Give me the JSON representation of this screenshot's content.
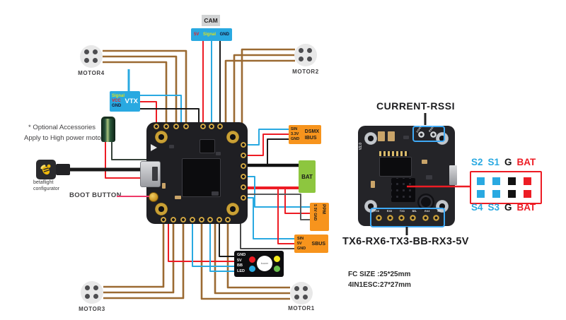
{
  "diagram": {
    "motors": [
      {
        "label": "MOTOR4"
      },
      {
        "label": "MOTOR2"
      },
      {
        "label": "MOTOR3"
      },
      {
        "label": "MOTOR1"
      }
    ],
    "cam": {
      "title": "CAM",
      "pin_5v": "5V",
      "pin_signal": "Signal",
      "pin_gnd": "GND"
    },
    "vtx": {
      "title": "VTX",
      "pin_signal": "Signal",
      "pin_vcc": "VCC",
      "pin_gnd": "GND"
    },
    "note": {
      "line1": "* Optional Accessories",
      "line2": "Apply to High power motor"
    },
    "betaflight": {
      "line1": "betaflight",
      "line2": "configurator"
    },
    "boot_button_label": "BOOT BUTTON",
    "receiver_box": {
      "pin1": "SIN",
      "pin2": "3.3V",
      "pin3": "GND",
      "proto1": "DSMX",
      "proto2": "IBUS"
    },
    "battery_label": "BAT",
    "ppm_box": {
      "pins": "S 5V GND",
      "label": "PPM"
    },
    "sbus_box": {
      "pin1": "SIN",
      "pin2": "5V",
      "pin3": "GND",
      "label": "SBUS"
    },
    "buzzer_box": {
      "pin1": "GND",
      "pin2": "5V",
      "pin3": "BB",
      "pin4": "LED",
      "center": "buzzer"
    },
    "esc_board": {
      "top_label": "CURRENT-RSSI",
      "pad_cont": "CONT",
      "pad_rssi": "RSSI",
      "version": "V2.0",
      "bottom_pads": [
        "TX6",
        "RX6",
        "TX3",
        "BB-",
        "RX3",
        "5V"
      ],
      "bottom_label": "TX6-RX6-TX3-BB-RX3-5V"
    },
    "pad_legend": {
      "top": [
        "S2",
        "S1",
        "G",
        "BAT"
      ],
      "bottom": [
        "S4",
        "S3",
        "G",
        "BAT"
      ],
      "square_colors": [
        "#29a9e1",
        "#29a9e1",
        "#121212",
        "#ed1c24"
      ]
    },
    "sizes": {
      "fc": "FC SIZE :25*25mm",
      "esc": "4IN1ESC:27*27mm"
    },
    "colors": {
      "wire_brown": "#9b6a32",
      "wire_red": "#ed1c24",
      "wire_blue": "#29a9e1",
      "wire_black": "#1a1a1a",
      "wire_gray": "#58595b",
      "box_blue": "#29a9e1",
      "box_orange": "#f7941d",
      "bat_green": "#8dc63f",
      "boot_line_pink": "#ee3968",
      "label_yellow": "#d9e021"
    }
  }
}
